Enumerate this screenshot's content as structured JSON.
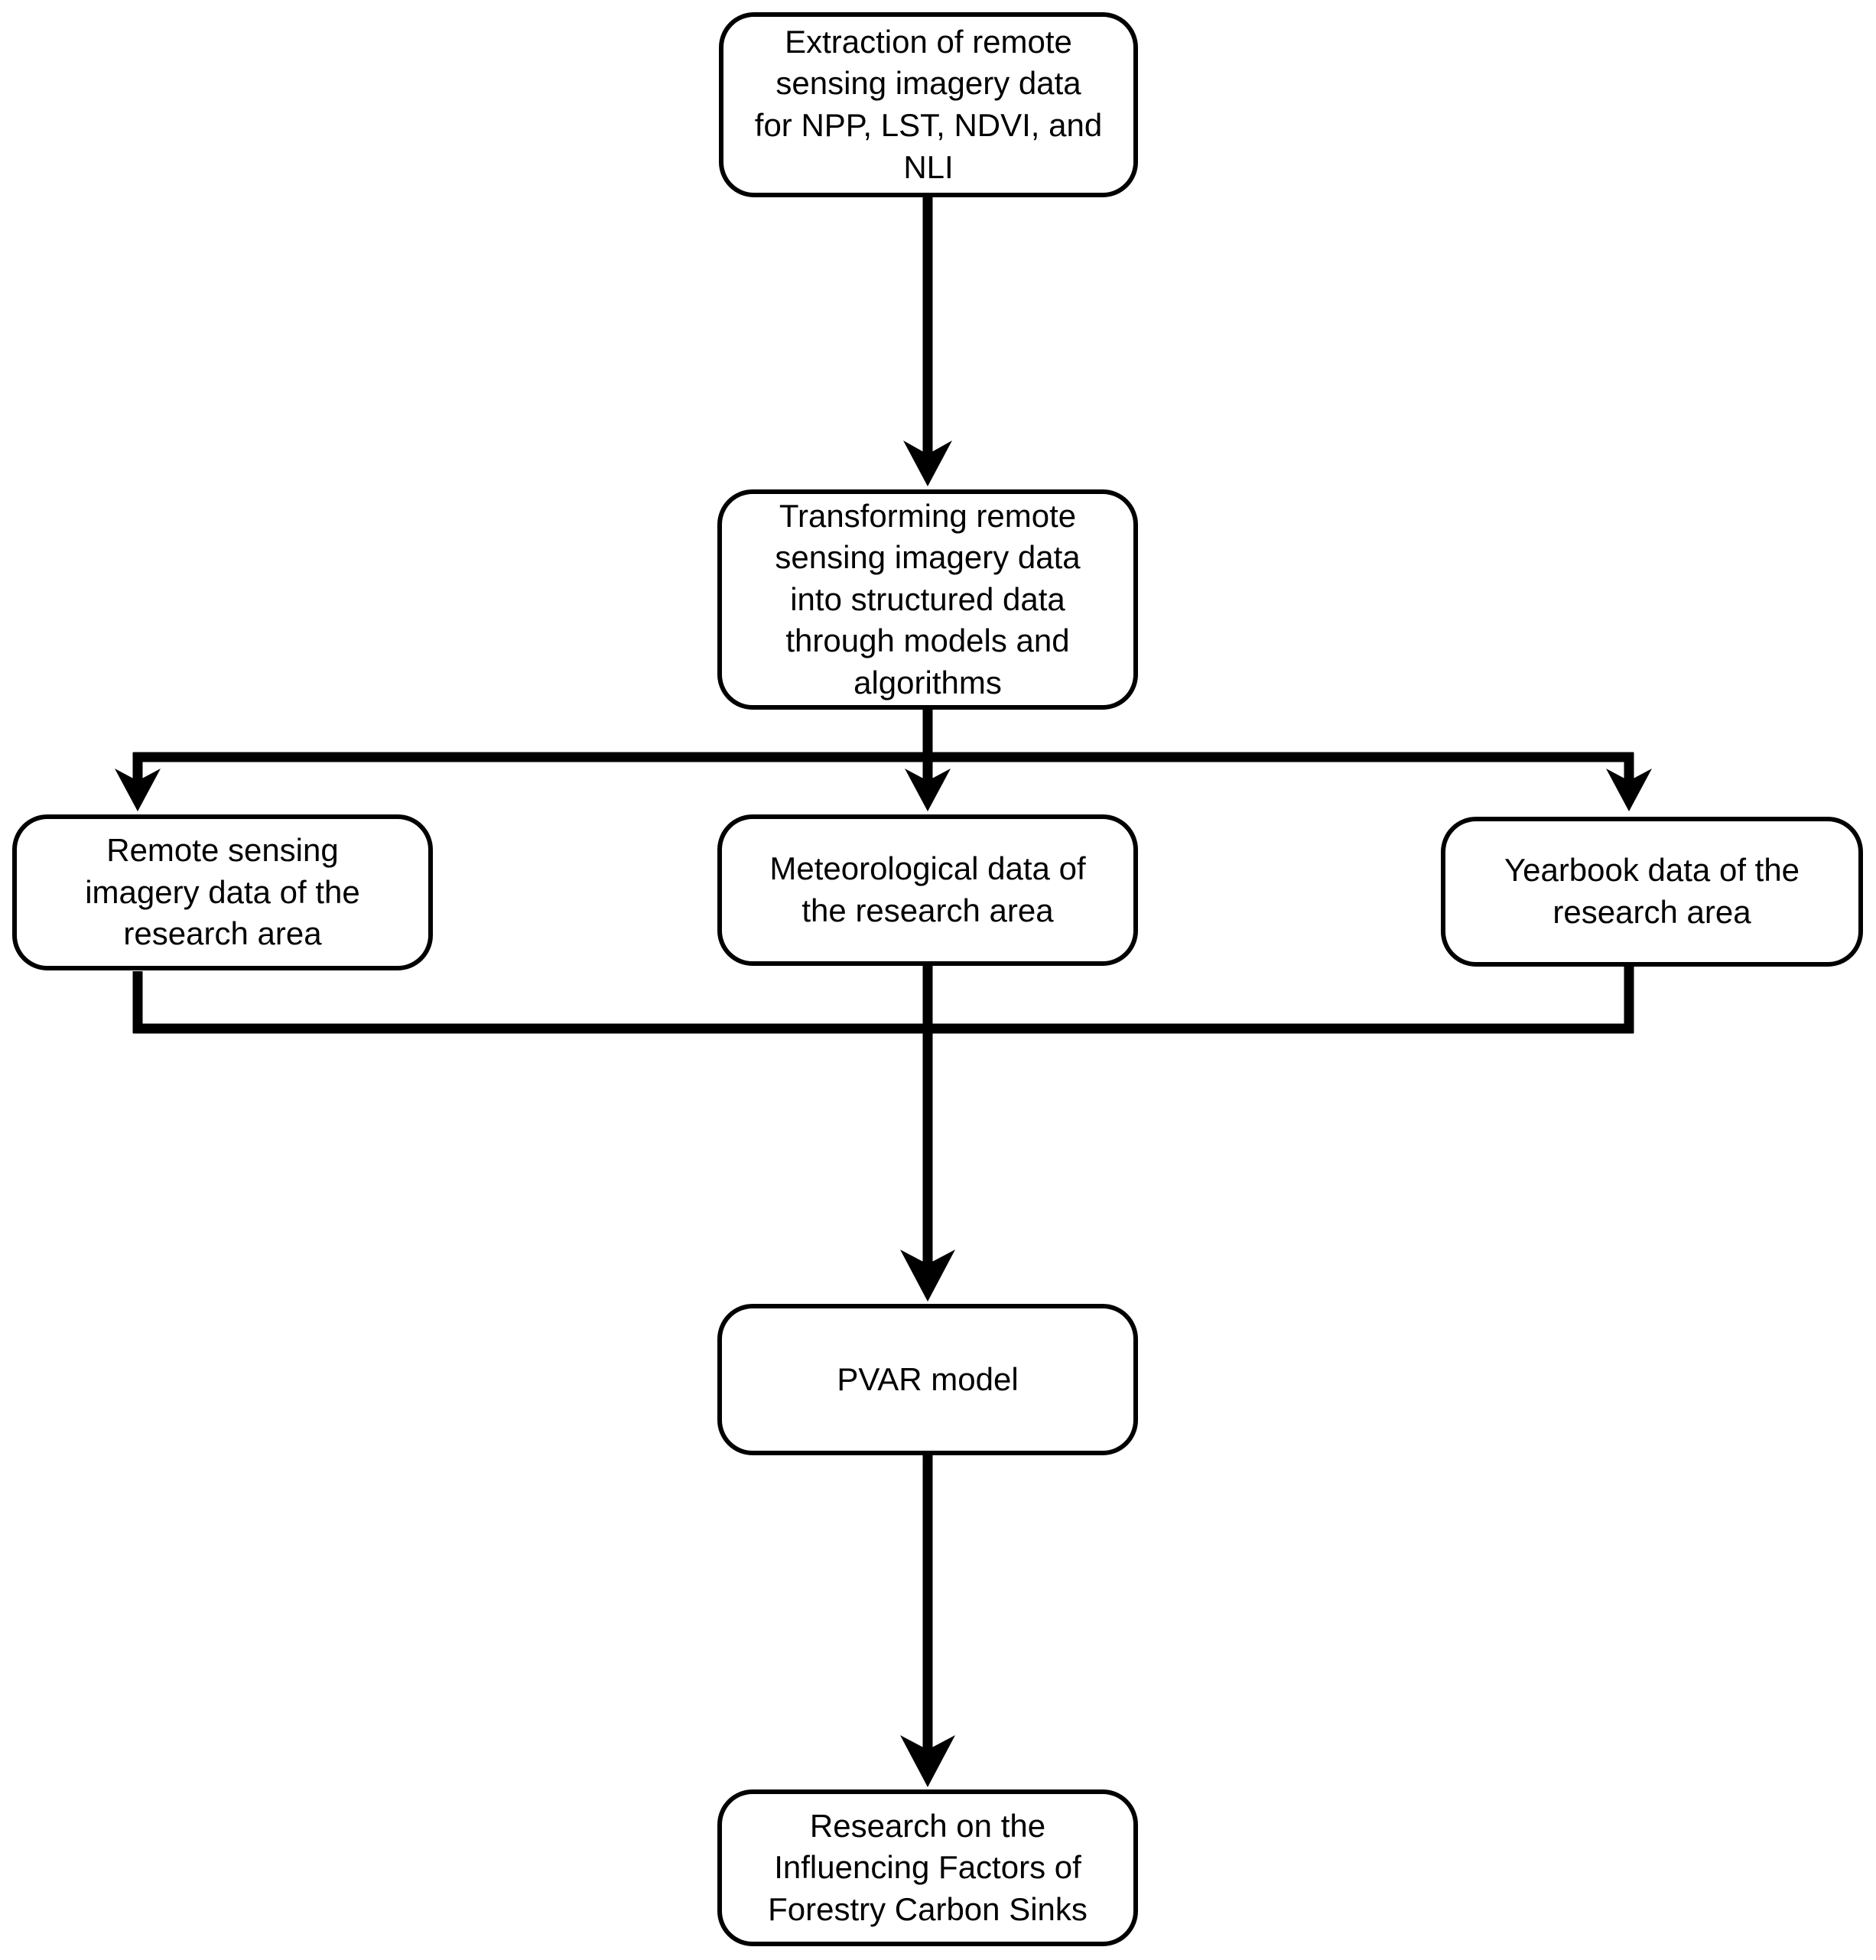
{
  "figure": {
    "type": "flowchart",
    "background": "#ffffff",
    "line_color": "#000000",
    "box_fill": "#ffffff",
    "box_border_color": "#000000"
  },
  "nodes": {
    "extraction": {
      "text": "Extraction of remote\nsensing imagery data\nfor NPP, LST, NDVI, and\nNLI"
    },
    "transforming": {
      "text": "Transforming remote\nsensing imagery data\ninto structured data\nthrough models and\nalgorithms"
    },
    "remote_sensing": {
      "text": "Remote sensing\nimagery data of the\nresearch area"
    },
    "meteorological": {
      "text": "Meteorological data of\nthe research area"
    },
    "yearbook": {
      "text": "Yearbook data of the\nresearch area"
    },
    "pvar": {
      "text": "PVAR model"
    },
    "research": {
      "text": "Research on the\nInfluencing Factors of\nForestry Carbon Sinks"
    }
  },
  "edges": [
    {
      "from": "extraction",
      "to": "transforming"
    },
    {
      "from": "transforming",
      "to": "remote_sensing"
    },
    {
      "from": "transforming",
      "to": "meteorological"
    },
    {
      "from": "transforming",
      "to": "yearbook"
    },
    {
      "from": "remote_sensing",
      "to": "pvar"
    },
    {
      "from": "meteorological",
      "to": "pvar"
    },
    {
      "from": "yearbook",
      "to": "pvar"
    },
    {
      "from": "pvar",
      "to": "research"
    }
  ]
}
